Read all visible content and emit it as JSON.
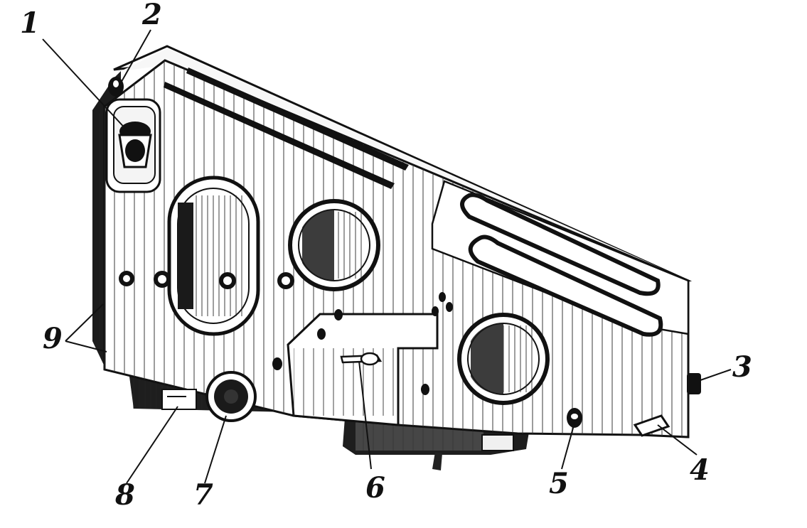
{
  "figure": {
    "callouts": [
      {
        "id": "c1",
        "label": "1"
      },
      {
        "id": "c2",
        "label": "2"
      },
      {
        "id": "c3",
        "label": "3"
      },
      {
        "id": "c4",
        "label": "4"
      },
      {
        "id": "c5",
        "label": "5"
      },
      {
        "id": "c6",
        "label": "6"
      },
      {
        "id": "c7",
        "label": "7"
      },
      {
        "id": "c8",
        "label": "8"
      },
      {
        "id": "c9",
        "label": "9"
      }
    ]
  },
  "colors": {
    "ink": "#111111",
    "paper": "#ffffff",
    "shade": "#2a2a2a"
  }
}
